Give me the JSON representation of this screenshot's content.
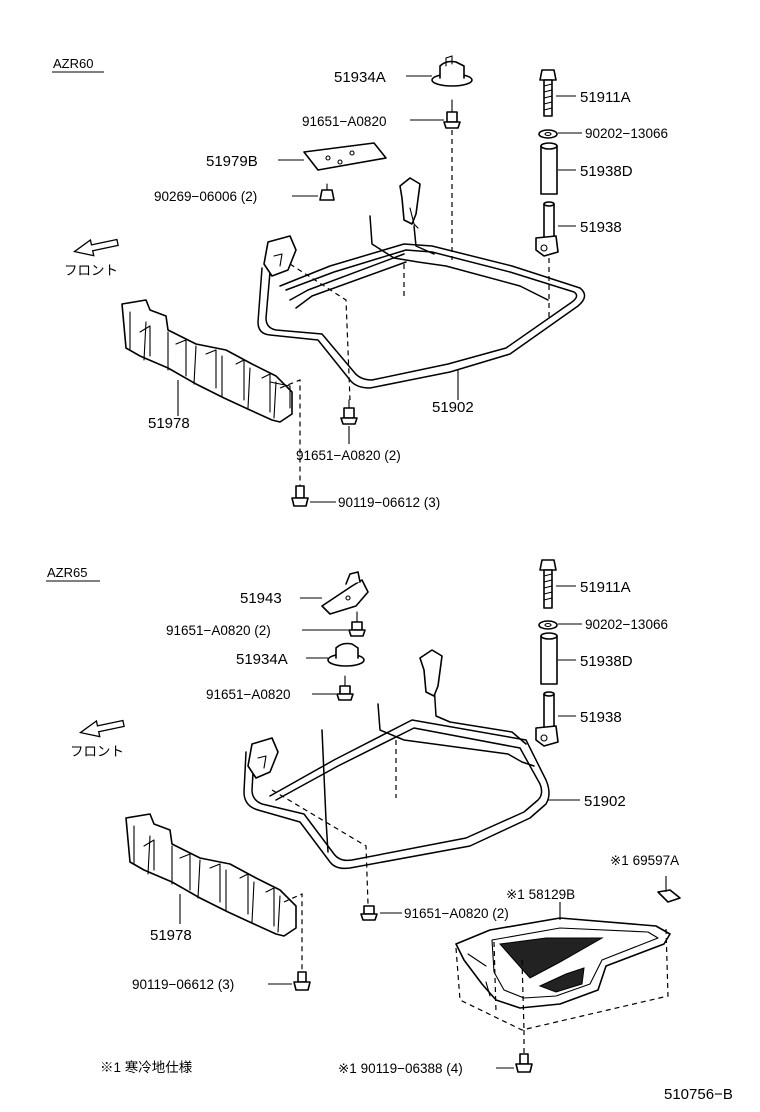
{
  "sections": {
    "top": "AZR60",
    "bottom": "AZR65"
  },
  "front_label": "フロント",
  "labels": {
    "t_51934a": "51934A",
    "t_91651_a0820": "91651−A0820",
    "t_51979b": "51979B",
    "t_90269_06006": "90269−06006 (2)",
    "t_51911a": "51911A",
    "t_90202_13066": "90202−13066",
    "t_51938d": "51938D",
    "t_51938": "51938",
    "t_51902": "51902",
    "t_51978": "51978",
    "t_91651_a0820_2": "91651−A0820 (2)",
    "t_90119_06612": "90119−06612 (3)",
    "b_51943": "51943",
    "b_91651_a0820_2": "91651−A0820 (2)",
    "b_51934a": "51934A",
    "b_91651_a0820": "91651−A0820",
    "b_51911a": "51911A",
    "b_90202_13066": "90202−13066",
    "b_51938d": "51938D",
    "b_51938": "51938",
    "b_51902": "51902",
    "b_51978": "51978",
    "b_91651_a0820_low": "91651−A0820 (2)",
    "b_69597a": "※1 69597A",
    "b_58129b": "※1 58129B",
    "b_90119_06612": "90119−06612 (3)",
    "b_90119_06388": "※1 90119−06388 (4)"
  },
  "footnote": "※1 寒冷地仕様",
  "diagram_id": "510756−B"
}
